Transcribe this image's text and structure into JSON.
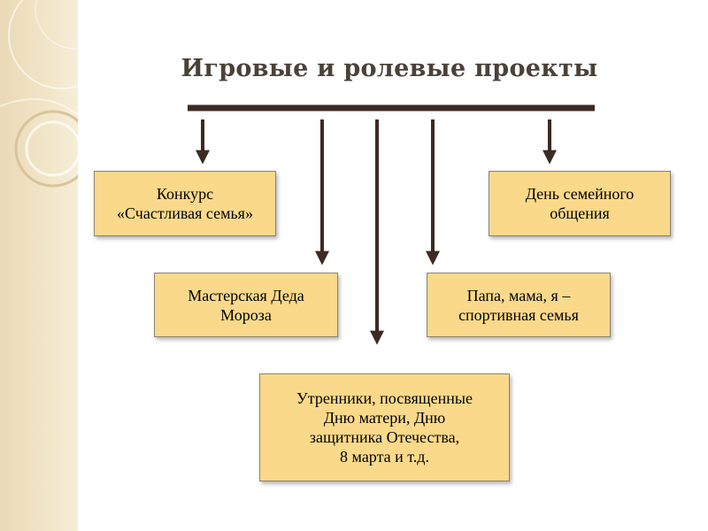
{
  "title": "Игровые и ролевые проекты",
  "boxes": {
    "contest": "Конкурс\n«Счастливая семья»",
    "family_day": "День семейного\nобщения",
    "santa_workshop": "Мастерская Деда\nМороза",
    "sport_family": "Папа, мама, я –\nспортивная семья",
    "matinees": "Утренники, посвященные\nДню матери, Дню\nзащитника Отечества,\n8 марта и т.д."
  },
  "colors": {
    "box_fill": "#fbd98a",
    "connector": "#3d2a22",
    "title": "#4a4238",
    "sidebar": "#ead9b6"
  }
}
